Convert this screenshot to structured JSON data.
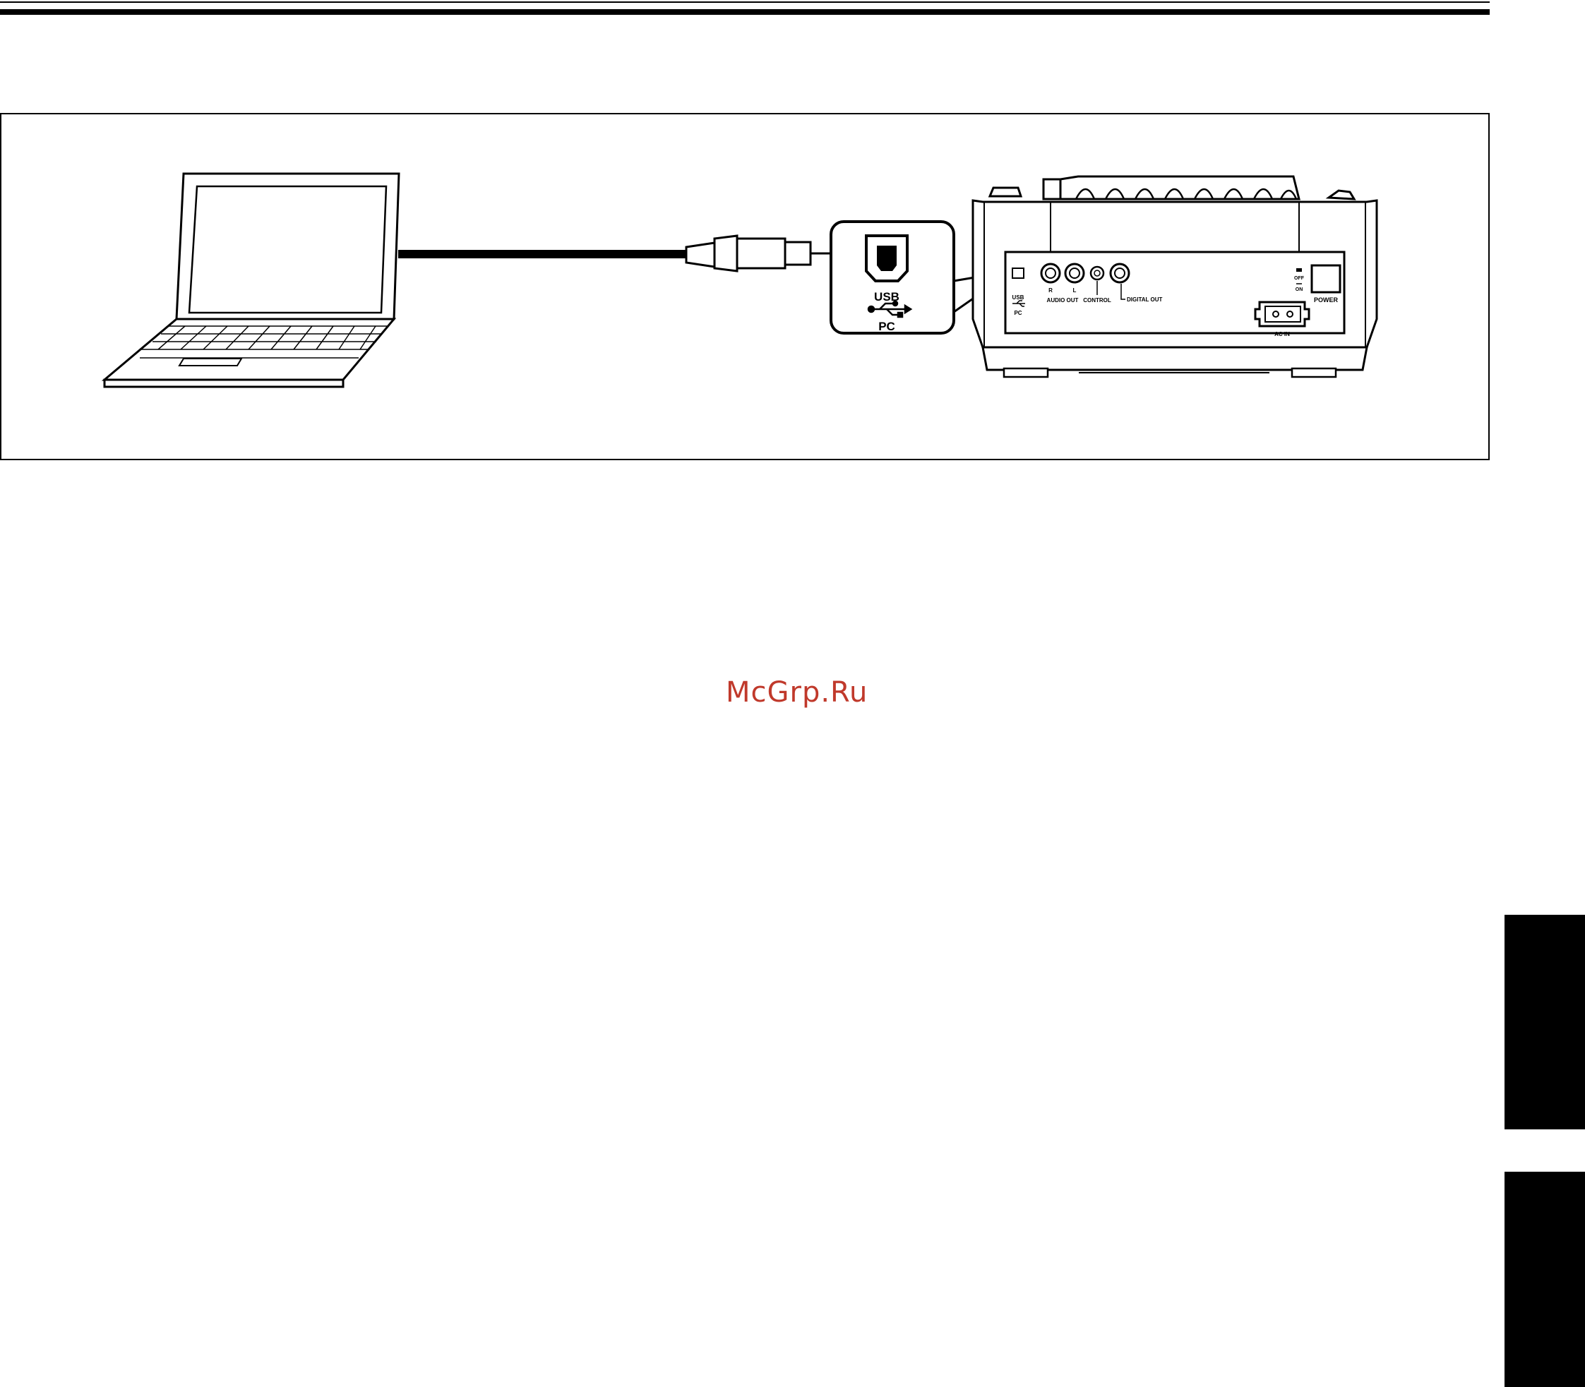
{
  "diagram": {
    "labels": {
      "callout_usb": "USB",
      "callout_pc": "PC",
      "usb_small": "USB",
      "pc_small": "PC",
      "jack_r": "R",
      "jack_l": "L",
      "audio_out": "AUDIO OUT",
      "control": "CONTROL",
      "digital_out": "DIGITAL OUT",
      "switch_off": "OFF",
      "switch_on": "ON",
      "power": "POWER",
      "ac_in": "AC IN"
    }
  },
  "watermark": "McGrp.Ru",
  "colors": {
    "ink": "#000000",
    "watermark": "#c0392b",
    "paper": "#ffffff"
  }
}
